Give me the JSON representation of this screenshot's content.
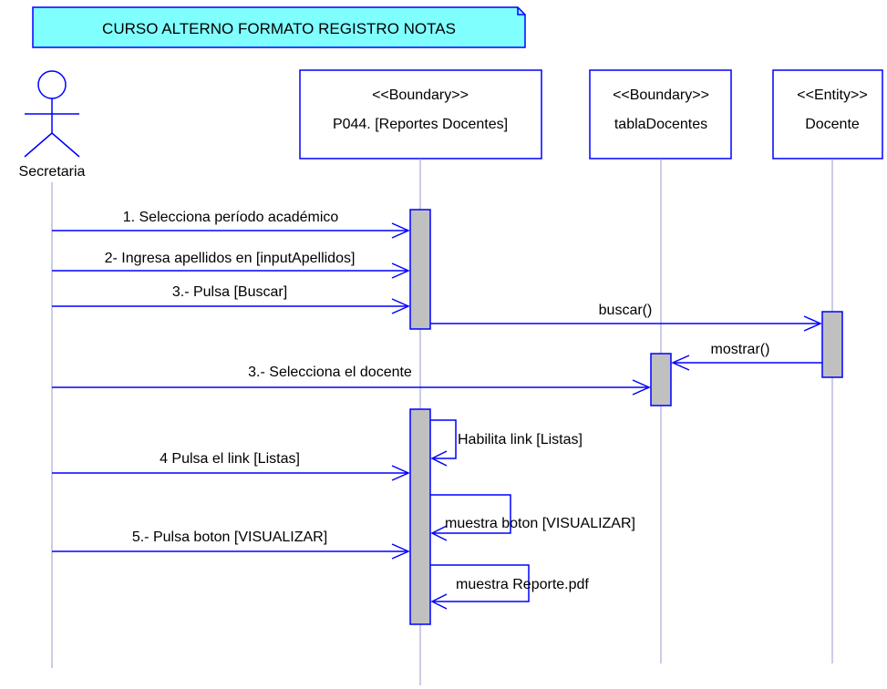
{
  "title": "CURSO ALTERNO FORMATO REGISTRO NOTAS",
  "colors": {
    "title_fill": "#80FFFF",
    "line": "#0000FF",
    "lifeline": "#9999CC",
    "activation_fill": "#C0C0C0",
    "text": "#000000",
    "background": "#FFFFFF"
  },
  "actor": {
    "name": "Secretaria",
    "icon": "stick-figure-icon"
  },
  "participants": [
    {
      "id": "p044",
      "stereotype": "<<Boundary>>",
      "name": "P044. [Reportes Docentes]"
    },
    {
      "id": "tabla",
      "stereotype": "<<Boundary>>",
      "name": "tablaDocentes"
    },
    {
      "id": "docente",
      "stereotype": "<<Entity>>",
      "name": "Docente"
    }
  ],
  "messages": [
    {
      "label": "1. Selecciona período académico",
      "from": "Secretaria",
      "to": "P044. [Reportes Docentes]",
      "kind": "call"
    },
    {
      "label": "2- Ingresa apellidos en [inputApellidos]",
      "from": "Secretaria",
      "to": "P044. [Reportes Docentes]",
      "kind": "call"
    },
    {
      "label": "3.- Pulsa [Buscar]",
      "from": "Secretaria",
      "to": "P044. [Reportes Docentes]",
      "kind": "call"
    },
    {
      "label": "buscar()",
      "from": "P044. [Reportes Docentes]",
      "to": "Docente",
      "kind": "call"
    },
    {
      "label": "mostrar()",
      "from": "Docente",
      "to": "tablaDocentes",
      "kind": "call"
    },
    {
      "label": "3.- Selecciona el docente",
      "from": "Secretaria",
      "to": "tablaDocentes",
      "kind": "call"
    },
    {
      "label": "Habilita link [Listas]",
      "from": "P044. [Reportes Docentes]",
      "to": "P044. [Reportes Docentes]",
      "kind": "self"
    },
    {
      "label": "4  Pulsa el link [Listas]",
      "from": "Secretaria",
      "to": "P044. [Reportes Docentes]",
      "kind": "call"
    },
    {
      "label": "muestra boton [VISUALIZAR]",
      "from": "P044. [Reportes Docentes]",
      "to": "P044. [Reportes Docentes]",
      "kind": "self"
    },
    {
      "label": "5.- Pulsa boton [VISUALIZAR]",
      "from": "Secretaria",
      "to": "P044. [Reportes Docentes]",
      "kind": "call"
    },
    {
      "label": "muestra Reporte.pdf",
      "from": "P044. [Reportes Docentes]",
      "to": "P044. [Reportes Docentes]",
      "kind": "self"
    }
  ]
}
